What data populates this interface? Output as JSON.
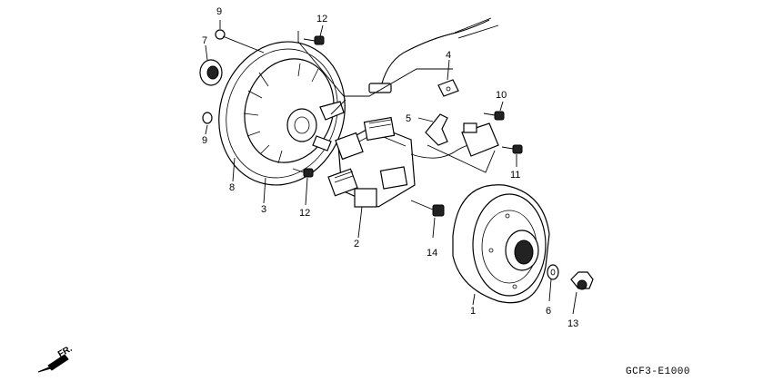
{
  "parts": {
    "p1": "1",
    "p2": "2",
    "p3": "3",
    "p4": "4",
    "p5": "5",
    "p6": "6",
    "p7": "7",
    "p8": "8",
    "p9a": "9",
    "p9b": "9",
    "p10": "10",
    "p11": "11",
    "p12a": "12",
    "p12b": "12",
    "p13": "13",
    "p14": "14"
  },
  "direction_label": "FR.",
  "diagram_code": "GCF3-E1000"
}
